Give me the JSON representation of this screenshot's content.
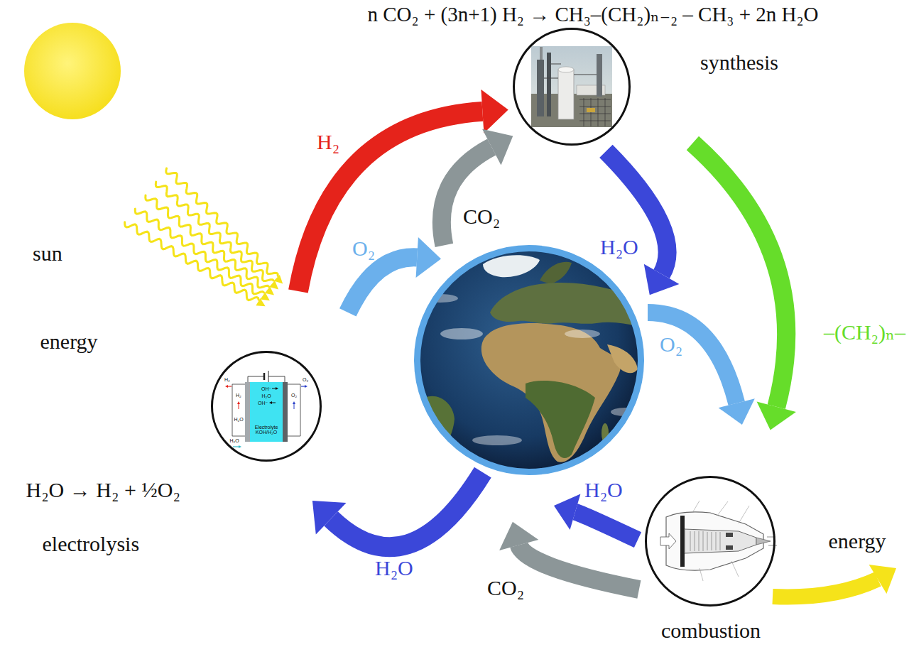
{
  "diagram": {
    "nodes": [
      {
        "text": [
          "sun"
        ]
      },
      {
        "text": [
          "synthesis"
        ]
      },
      {
        "text": [
          "electrolysis"
        ]
      },
      {
        "text": []
      },
      {
        "text": [
          "combustion"
        ]
      }
    ],
    "edges": [
      {
        "from": 0,
        "to": 2,
        "arrow": "to"
      },
      {
        "from": 2,
        "to": 1,
        "arrow": "to",
        "label": "H₂"
      },
      {
        "from": 2,
        "to": 3,
        "arrow": "to",
        "label": "O₂"
      },
      {
        "from": 3,
        "to": 1,
        "arrow": "to",
        "label": "CO₂"
      },
      {
        "from": 1,
        "to": 3,
        "arrow": "to",
        "label": "H₂O"
      },
      {
        "from": 1,
        "to": 4,
        "arrow": "to",
        "label": "–(CH₂)ₙ–"
      },
      {
        "from": 3,
        "to": 4,
        "arrow": "to",
        "label": "O₂"
      },
      {
        "from": 4,
        "to": 3,
        "arrow": "to",
        "label": "H₂O"
      },
      {
        "from": 4,
        "to": 3,
        "arrow": "to",
        "label": "CO₂"
      },
      {
        "from": 3,
        "to": 2,
        "arrow": "to",
        "label": "H₂O"
      }
    ],
    "labels": [
      "n CO₂ + (3n+1) H₂ → CH₃–(CH₂)ₙ₋₂ – CH₃ + 2n H₂O",
      "energy",
      "H₂O → H₂ + ½O₂",
      "energy",
      "H₂",
      "O₂",
      "OH⁻",
      "H₂O",
      "OH⁻",
      "H₂",
      "O₂",
      "H₂O",
      "H₂O",
      "Electrolyte KOH/H₂O"
    ]
  }
}
